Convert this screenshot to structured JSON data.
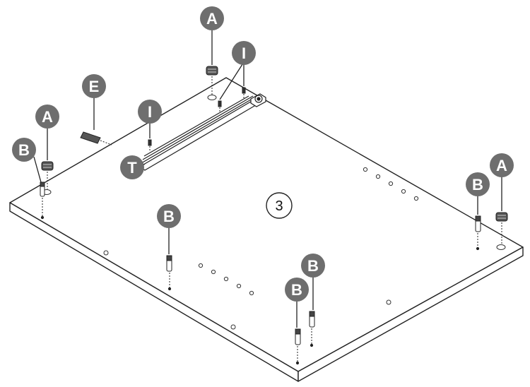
{
  "diagram": {
    "step_number": "3",
    "colors": {
      "line": "#222222",
      "badge_fill": "#6e6e6e",
      "badge_text": "#ffffff",
      "panel": "#ffffff"
    },
    "callouts": [
      {
        "id": "A-top",
        "letter": "A",
        "part": "cam-lock"
      },
      {
        "id": "A-left",
        "letter": "A",
        "part": "cam-lock"
      },
      {
        "id": "A-right",
        "letter": "A",
        "part": "cam-lock"
      },
      {
        "id": "B-left",
        "letter": "B",
        "part": "cam-bolt"
      },
      {
        "id": "B-center",
        "letter": "B",
        "part": "cam-bolt"
      },
      {
        "id": "B-bottom-1",
        "letter": "B",
        "part": "cam-bolt"
      },
      {
        "id": "B-bottom-2",
        "letter": "B",
        "part": "cam-bolt"
      },
      {
        "id": "B-right",
        "letter": "B",
        "part": "cam-bolt"
      },
      {
        "id": "E",
        "letter": "E",
        "part": "wooden-dowel"
      },
      {
        "id": "I-top",
        "letter": "I",
        "part": "screw"
      },
      {
        "id": "I-left",
        "letter": "I",
        "part": "screw"
      },
      {
        "id": "T",
        "letter": "T",
        "part": "drawer-rail"
      }
    ]
  }
}
